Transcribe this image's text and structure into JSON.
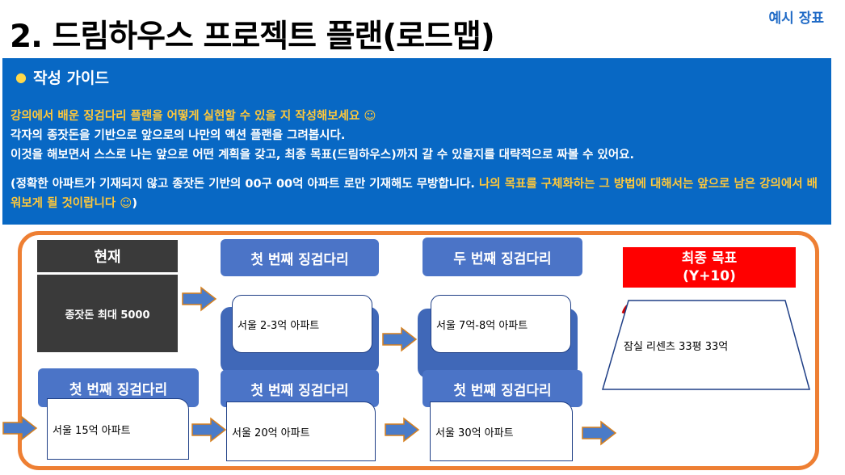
{
  "header": {
    "title": "2. 드림하우스 프로젝트 플랜(로드맵)",
    "badge": "예시 장표"
  },
  "guide": {
    "heading_icon": "lightbulb-icon",
    "heading": "작성 가이드",
    "line1": "강의에서 배운 징검다리 플랜을 어떻게 실현할 수 있을 지 작성해보세요",
    "line1_emoji": "☺",
    "line2": "각자의 종잣돈을 기반으로 앞으로의 나만의 액션 플랜을 그려봅시다.",
    "line3": "이것을 해보면서 스스로 나는 앞으로 어떤 계획을 갖고, 최종 목표(드림하우스)까지 갈 수 있을지를 대략적으로 짜볼 수 있어요.",
    "line4_white": "(정확한 아파트가 기재되지 않고 종잣돈 기반의 00구 00억 아파트 로만 기재해도 무방합니다.",
    "line4_yellow": " 나의 목표를 구체화하는 그 방법에 대해서는 앞으로 남은 강의에서 배워보게 될 것이랍니다",
    "line4_emoji": "☺",
    "line4_close": ")"
  },
  "roadmap": {
    "current": {
      "header": "현재",
      "body": "종잣돈 최대 5000"
    },
    "top_step1": {
      "header": "첫 번째 징검다리",
      "card": "서울 2-3억 아파트"
    },
    "top_step2": {
      "header": "두 번째 징검다리",
      "card": "서울 7억-8억 아파트"
    },
    "goal": {
      "header_line1": "최종 목표",
      "header_line2": "(Y+10)",
      "body": "잠실 리센츠 33평 33억"
    },
    "bottom_step1": {
      "header": "첫 번째 징검다리",
      "card": "서울 15억 아파트"
    },
    "bottom_step2": {
      "header": "첫 번째 징검다리",
      "card": "서울 20억 아파트"
    },
    "bottom_step3": {
      "header": "첫 번째 징검다리",
      "card": "서울 30억 아파트"
    }
  },
  "colors": {
    "guide_bg": "#0868c4",
    "highlight": "#ffc83a",
    "step_blue": "#4b74c7",
    "frame_orange": "#ee7f33",
    "goal_red": "#ff0000",
    "current_dark": "#3a3a3a"
  }
}
